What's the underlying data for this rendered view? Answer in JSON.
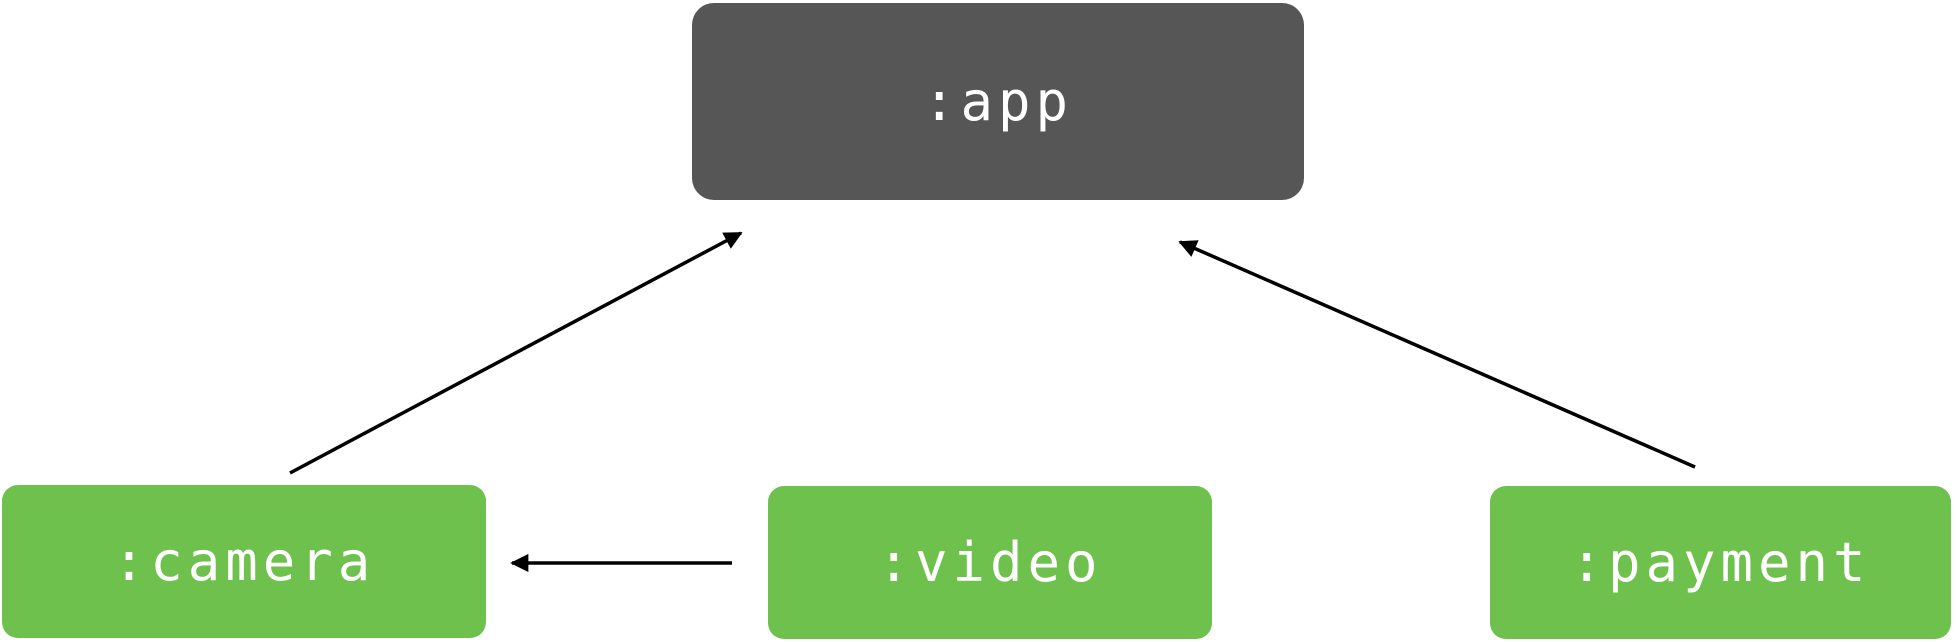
{
  "diagram": {
    "type": "module-dependency-graph",
    "background_color": "#ffffff",
    "arrow_color": "#000000",
    "nodes": [
      {
        "id": "app",
        "label": ":app",
        "fill_color": "#565656",
        "text_color": "#ffffff",
        "role": "application-module"
      },
      {
        "id": "camera",
        "label": ":camera",
        "fill_color": "#6EC14D",
        "text_color": "#ffffff",
        "role": "feature-module"
      },
      {
        "id": "video",
        "label": ":video",
        "fill_color": "#6EC14D",
        "text_color": "#ffffff",
        "role": "feature-module"
      },
      {
        "id": "payment",
        "label": ":payment",
        "fill_color": "#6EC14D",
        "text_color": "#ffffff",
        "role": "feature-module"
      }
    ],
    "edges": [
      {
        "from": "camera",
        "to": "app"
      },
      {
        "from": "payment",
        "to": "app"
      },
      {
        "from": "video",
        "to": "camera"
      }
    ]
  }
}
